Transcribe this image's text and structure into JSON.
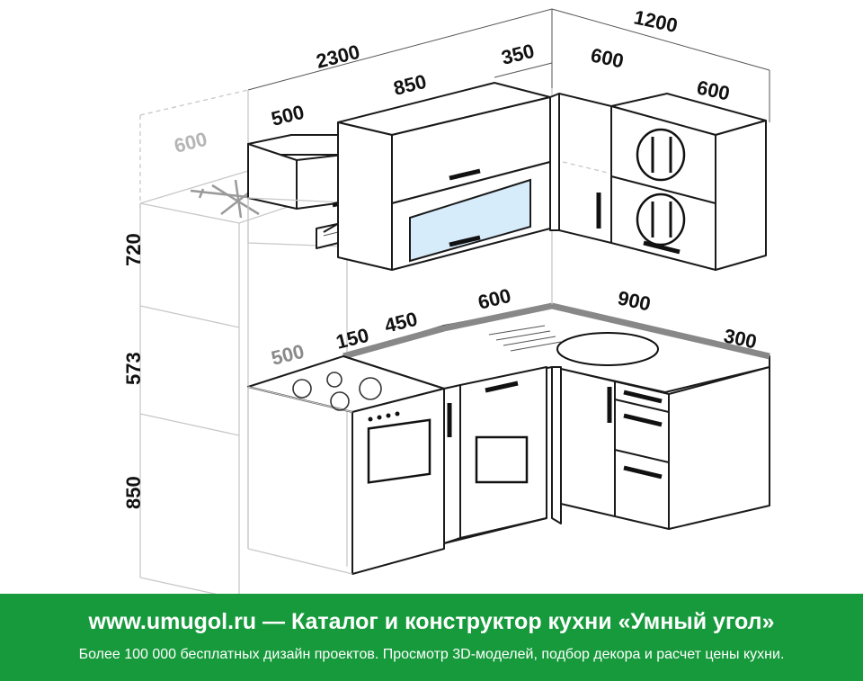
{
  "dimensions": {
    "total_left": "2300",
    "total_right": "1200",
    "fridge_depth": "600",
    "upper_500": "500",
    "upper_850": "850",
    "upper_350": "350",
    "upper_right_600a": "600",
    "upper_right_600b": "600",
    "height_720": "720",
    "height_573": "573",
    "height_850": "850",
    "stove_500": "500",
    "gap_150": "150",
    "base_450": "450",
    "base_600": "600",
    "base_900": "900",
    "base_300": "300"
  },
  "footer": {
    "title": "www.umugol.ru — Каталог и конструктор кухни «Умный угол»",
    "subtitle": "Более 100 000 бесплатных дизайн проектов. Просмотр 3D-моделей, подбор декора и расчет цены кухни."
  },
  "colors": {
    "footer_bg": "#179a3c",
    "glass": "#d6ecfa",
    "ghost": "#c8c8c8"
  }
}
